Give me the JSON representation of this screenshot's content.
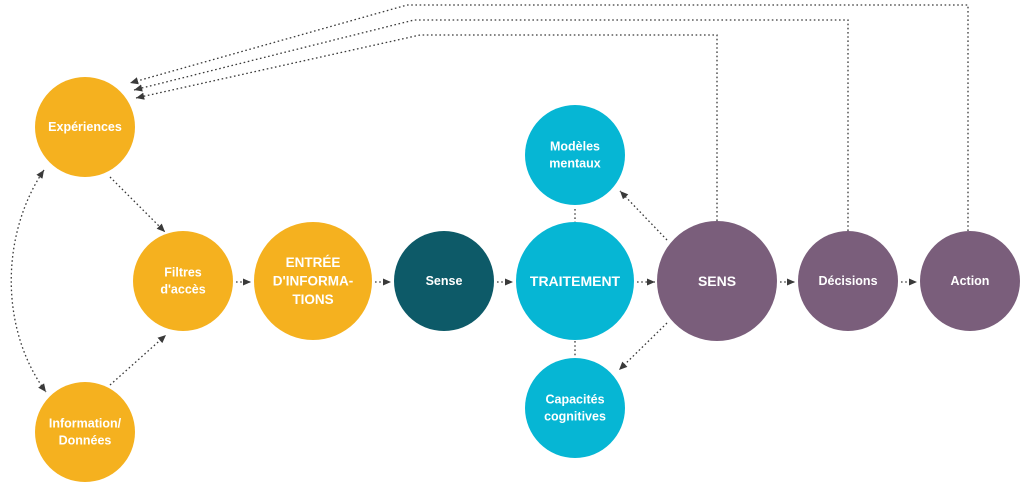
{
  "colors": {
    "orange": "#f5b11f",
    "dark_teal": "#0d5a68",
    "cyan": "#06b6d4",
    "purple": "#7a5e7b",
    "connector": "#3a3a3a"
  },
  "nodes": {
    "experiences": {
      "lines": [
        "Expériences"
      ],
      "color": "orange"
    },
    "information": {
      "lines": [
        "Information/",
        "Données"
      ],
      "color": "orange"
    },
    "filtres": {
      "lines": [
        "Filtres",
        "d'accès"
      ],
      "color": "orange"
    },
    "entree": {
      "lines": [
        "ENTRÉE",
        "D'INFORMA-",
        "TIONS"
      ],
      "color": "orange"
    },
    "sense": {
      "lines": [
        "Sense"
      ],
      "color": "dark_teal"
    },
    "traitement": {
      "lines": [
        "TRAITEMENT"
      ],
      "color": "cyan"
    },
    "modeles": {
      "lines": [
        "Modèles",
        "mentaux"
      ],
      "color": "cyan"
    },
    "capacites": {
      "lines": [
        "Capacités",
        "cognitives"
      ],
      "color": "cyan"
    },
    "sens": {
      "lines": [
        "SENS"
      ],
      "color": "purple"
    },
    "decisions": {
      "lines": [
        "Décisions"
      ],
      "color": "purple"
    },
    "action": {
      "lines": [
        "Action"
      ],
      "color": "purple"
    }
  }
}
